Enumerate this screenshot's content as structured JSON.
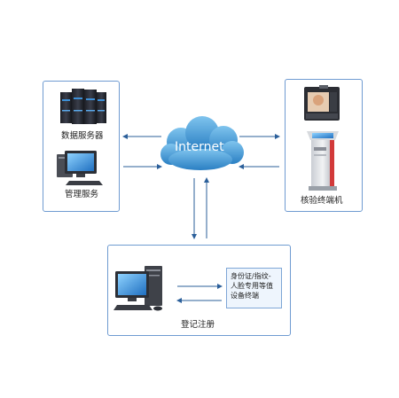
{
  "network": {
    "cloud_label": "Internet"
  },
  "left_panel": {
    "server_label": "数据服务器",
    "management_label": "管理服务"
  },
  "right_panel": {
    "terminal_label": "核验终端机"
  },
  "bottom_panel": {
    "device_info": "身份证/指纹-人脸专用等值设备终端",
    "registration_label": "登记注册"
  }
}
